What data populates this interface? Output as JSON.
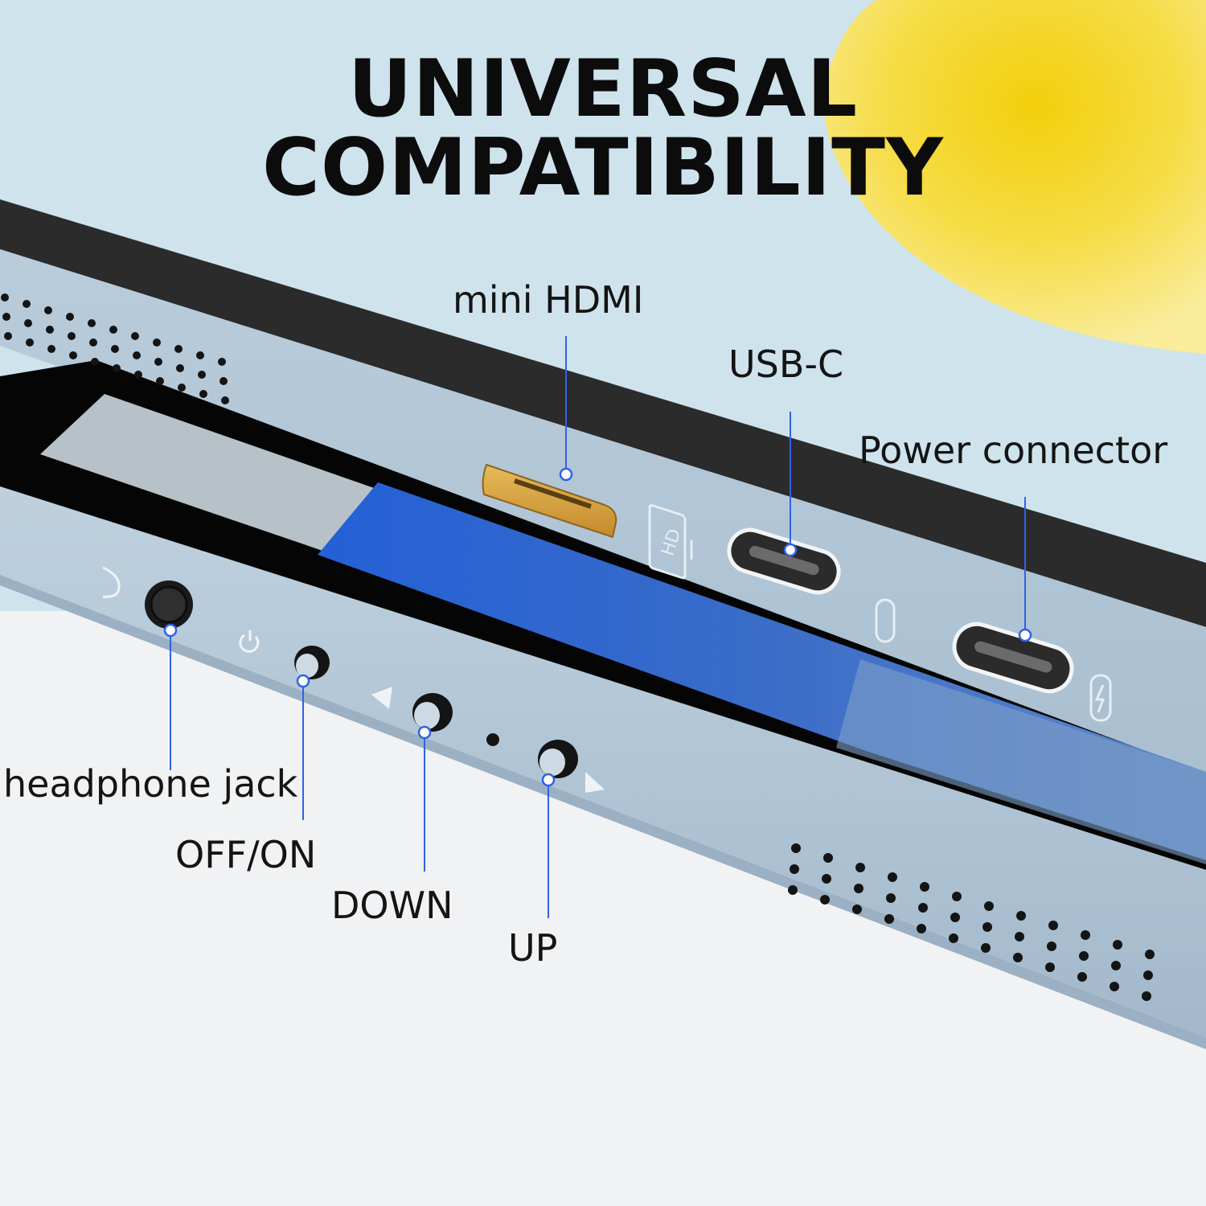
{
  "headline": "UNIVERSAL COMPATIBILITY",
  "callouts": {
    "mini_hdmi": "mini HDMI",
    "usb_c": "USB-C",
    "power_connector": "Power connector",
    "headphone_jack": "headphone jack",
    "off_on": "OFF/ON",
    "down": "DOWN",
    "up": "UP"
  },
  "colors": {
    "background": "#f1f2f4",
    "screen_light_blue": "#cfe3ec",
    "sun_yellow": "#f4d51e",
    "bezel": "#2a2a2a",
    "chassis_silver_blue": "#b4c8d8",
    "wallpaper_blue": "#1f55c9",
    "hdmi_gold": "#d49f3a",
    "callout_line": "#2f62e6"
  },
  "icons": [
    "headphone-icon",
    "power-icon",
    "left-arrow-icon",
    "right-arrow-icon",
    "hd-icon",
    "usb-c-icon",
    "bolt-icon"
  ]
}
